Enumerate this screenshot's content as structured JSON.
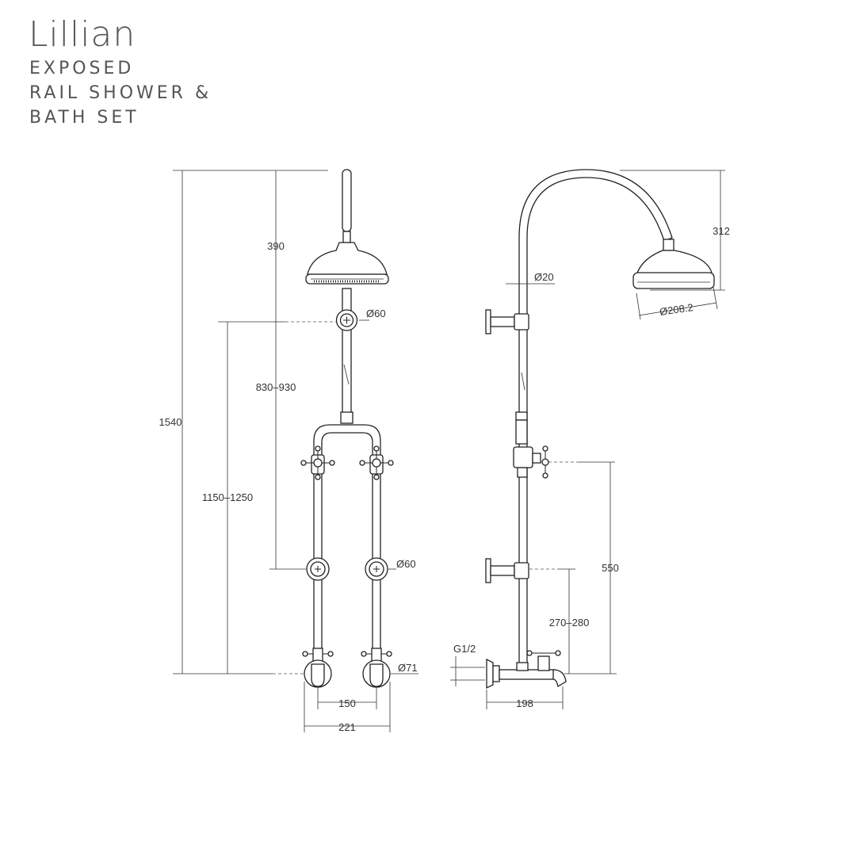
{
  "header": {
    "product_name": "Lillian",
    "subtitle_lines": [
      "EXPOSED",
      "RAIL SHOWER &",
      "BATH SET"
    ]
  },
  "front_view": {
    "dimensions": {
      "total_height": "1540",
      "head_drop": "390",
      "head_diameter_top": "Ø60",
      "bracket_range": "830–930",
      "outlet_height": "1150–1250",
      "bracket_diameter": "Ø60",
      "flange_diameter": "Ø71",
      "centres": "150",
      "overall_width": "221"
    }
  },
  "side_view": {
    "dimensions": {
      "arm_height": "312",
      "pipe_diameter": "Ø20",
      "head_diameter": "Ø208.2",
      "valve_height": "550",
      "spout_range": "270–280",
      "thread": "G1/2",
      "projection": "198"
    }
  }
}
